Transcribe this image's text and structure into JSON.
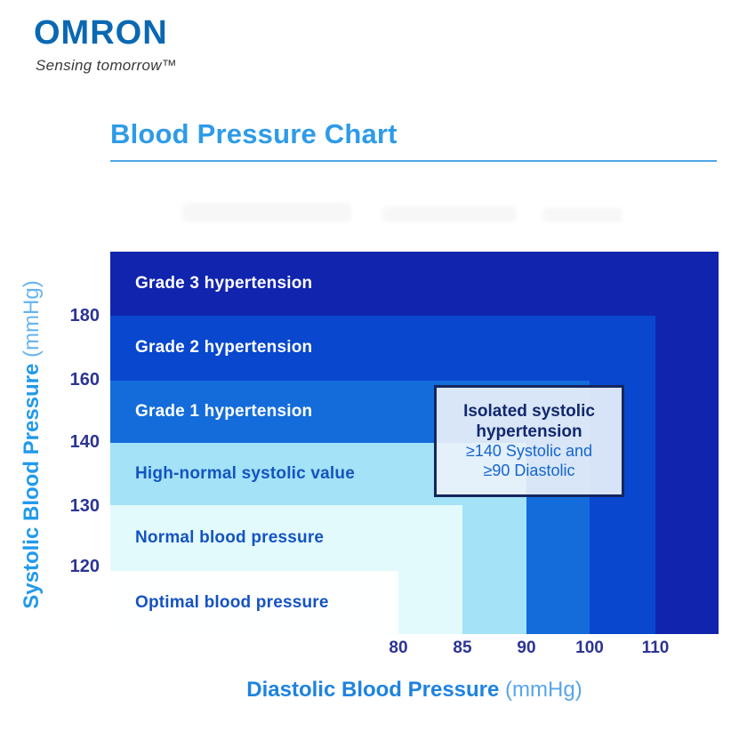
{
  "brand": {
    "name": "OMRON",
    "tagline": "Sensing tomorrow™"
  },
  "page_title": "Blood Pressure Chart",
  "axis": {
    "y_title": "Systolic Blood Pressure",
    "y_unit": " (mmHg)",
    "x_title": "Diastolic Blood Pressure",
    "x_unit": " (mmHg)"
  },
  "chart_data": {
    "type": "area",
    "title": "Blood Pressure Chart",
    "xlabel": "Diastolic Blood Pressure (mmHg)",
    "ylabel": "Systolic Blood Pressure (mmHg)",
    "x_ticks": [
      "80",
      "85",
      "90",
      "100",
      "110"
    ],
    "y_ticks": [
      "180",
      "160",
      "140",
      "130",
      "120"
    ],
    "xlim": [
      80,
      110
    ],
    "ylim": [
      120,
      180
    ],
    "grid": false,
    "legend": "none",
    "categories": [
      {
        "label": "Grade 3 hypertension",
        "systolic": "≥180",
        "diastolic": "≥110",
        "color": "#1124AE",
        "text_color": "#FFFFFF"
      },
      {
        "label": "Grade 2 hypertension",
        "systolic": "160-179",
        "diastolic": "100-109",
        "color": "#0847CE",
        "text_color": "#FFFFFF"
      },
      {
        "label": "Grade 1 hypertension",
        "systolic": "140-159",
        "diastolic": "90-99",
        "color": "#146CDA",
        "text_color": "#FFFFFF"
      },
      {
        "label": "High-normal systolic value",
        "systolic": "130-139",
        "diastolic": "85-89",
        "color": "#A3E2F7",
        "text_color": "#1553C2"
      },
      {
        "label": "Normal blood pressure",
        "systolic": "120-129",
        "diastolic": "80-84",
        "color": "#E3FAFD",
        "text_color": "#1553C2"
      },
      {
        "label": "Optimal blood pressure",
        "systolic": "<120",
        "diastolic": "<80",
        "color": "#FEFFFF",
        "text_color": "#1553C2"
      }
    ],
    "annotation": {
      "title": "Isolated systolic hypertension",
      "line1": "≥140 Systolic and",
      "line2": "≥90 Diastolic"
    }
  },
  "colors": {
    "brand_blue": "#0A68B2",
    "title_blue": "#2D9BE8",
    "rule_blue": "#4FA6E6",
    "tick_navy": "#2C3493",
    "callout_border": "#15265E"
  }
}
